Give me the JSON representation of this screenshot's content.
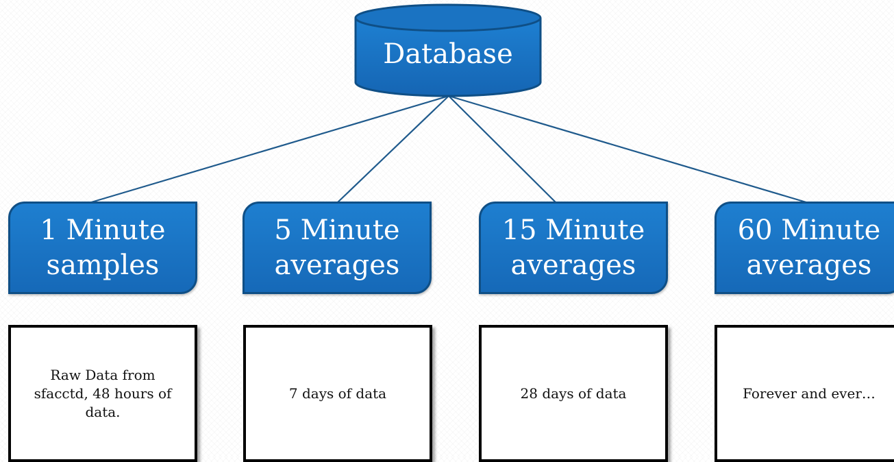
{
  "diagram": {
    "database": {
      "label": "Database"
    },
    "tiers": [
      {
        "line1": "1 Minute",
        "line2": "samples",
        "note": "Raw Data from sfacctd, 48 hours of data."
      },
      {
        "line1": "5 Minute",
        "line2": "averages",
        "note": "7 days of data"
      },
      {
        "line1": "15 Minute",
        "line2": "averages",
        "note": "28 days of data"
      },
      {
        "line1": "60 Minute",
        "line2": "averages",
        "note": "Forever and ever…"
      }
    ],
    "colors": {
      "box_fill": "#1a73c2",
      "box_border": "#0f4f86",
      "connector": "#1f5a8c",
      "text": "#ffffff"
    }
  }
}
